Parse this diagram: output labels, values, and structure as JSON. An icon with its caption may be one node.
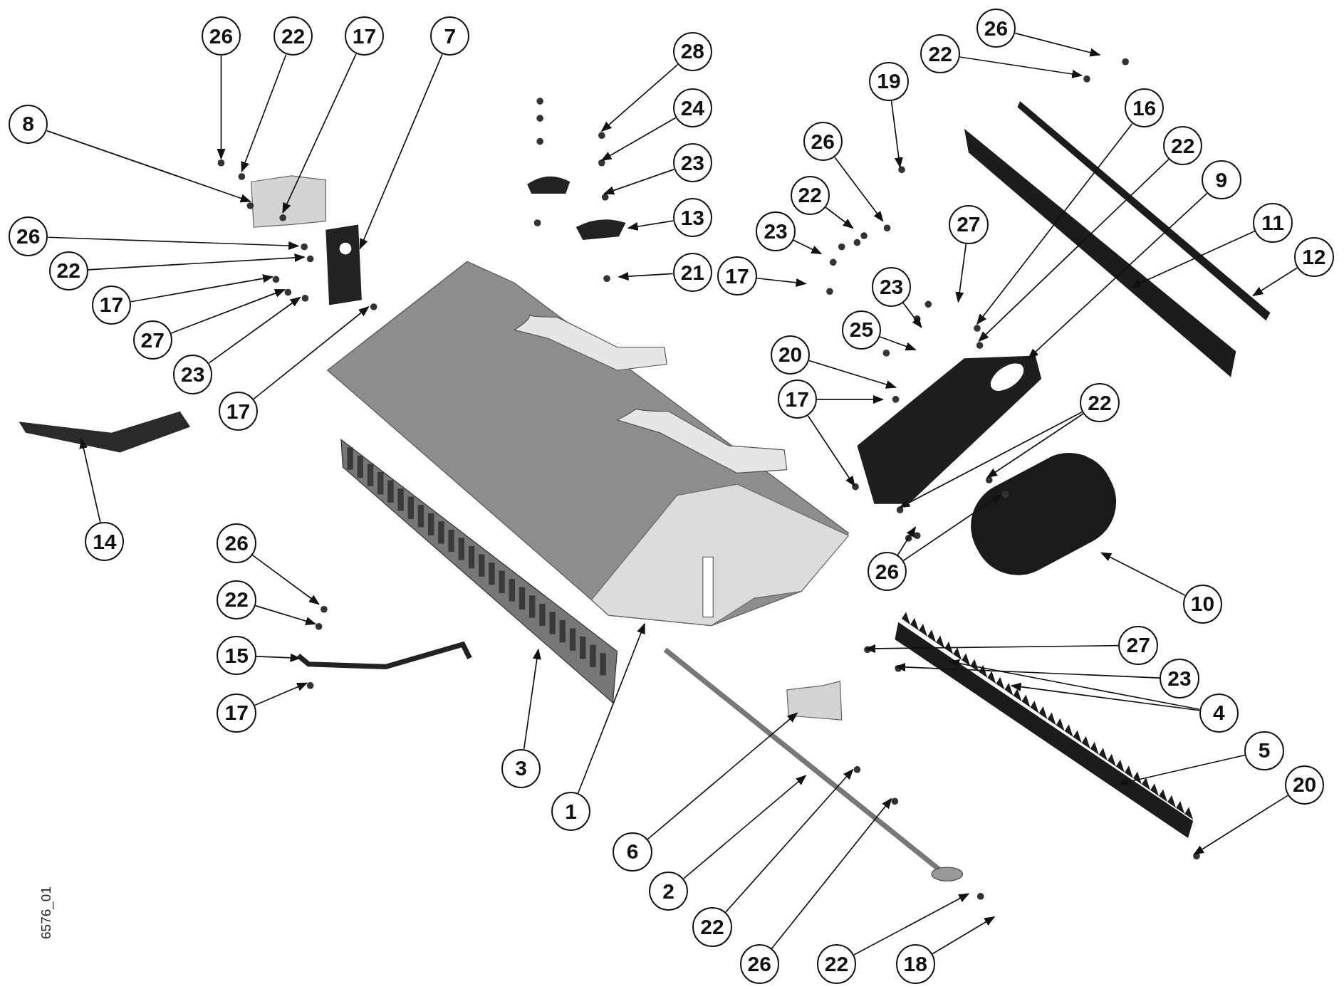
{
  "diagram": {
    "nodes": [
      {
        "text": [
          "26"
        ]
      },
      {
        "text": [
          "22"
        ]
      },
      {
        "text": [
          "17"
        ]
      },
      {
        "text": [
          "7"
        ]
      },
      {
        "text": [
          "8"
        ]
      },
      {
        "text": [
          "26"
        ]
      },
      {
        "text": [
          "22"
        ]
      },
      {
        "text": [
          "17"
        ]
      },
      {
        "text": [
          "27"
        ]
      },
      {
        "text": [
          "23"
        ]
      },
      {
        "text": [
          "17"
        ]
      },
      {
        "text": [
          "14"
        ]
      },
      {
        "text": [
          "28"
        ]
      },
      {
        "text": [
          "24"
        ]
      },
      {
        "text": [
          "23"
        ]
      },
      {
        "text": [
          "13"
        ]
      },
      {
        "text": [
          "21"
        ]
      },
      {
        "text": [
          "26"
        ]
      },
      {
        "text": [
          "22"
        ]
      },
      {
        "text": [
          "19"
        ]
      },
      {
        "text": [
          "16"
        ]
      },
      {
        "text": [
          "22"
        ]
      },
      {
        "text": [
          "9"
        ]
      },
      {
        "text": [
          "11"
        ]
      },
      {
        "text": [
          "12"
        ]
      },
      {
        "text": [
          "26"
        ]
      },
      {
        "text": [
          "22"
        ]
      },
      {
        "text": [
          "23"
        ]
      },
      {
        "text": [
          "27"
        ]
      },
      {
        "text": [
          "17"
        ]
      },
      {
        "text": [
          "23"
        ]
      },
      {
        "text": [
          "25"
        ]
      },
      {
        "text": [
          "20"
        ]
      },
      {
        "text": [
          "17"
        ]
      },
      {
        "text": [
          "22"
        ]
      },
      {
        "text": [
          "26"
        ]
      },
      {
        "text": [
          "10"
        ]
      },
      {
        "text": [
          "26"
        ]
      },
      {
        "text": [
          "22"
        ]
      },
      {
        "text": [
          "15"
        ]
      },
      {
        "text": [
          "17"
        ]
      },
      {
        "text": [
          "3"
        ]
      },
      {
        "text": [
          "1"
        ]
      },
      {
        "text": [
          "6"
        ]
      },
      {
        "text": [
          "2"
        ]
      },
      {
        "text": [
          "22"
        ]
      },
      {
        "text": [
          "26"
        ]
      },
      {
        "text": [
          "22"
        ]
      },
      {
        "text": [
          "18"
        ]
      },
      {
        "text": [
          "27"
        ]
      },
      {
        "text": [
          "23"
        ]
      },
      {
        "text": [
          "4"
        ]
      },
      {
        "text": [
          "5"
        ]
      },
      {
        "text": [
          "20"
        ]
      }
    ],
    "edges": [
      {
        "from": 0,
        "to": null,
        "arrow": "to"
      },
      {
        "from": 1,
        "to": null,
        "arrow": "to"
      },
      {
        "from": 2,
        "to": null,
        "arrow": "to"
      },
      {
        "from": 3,
        "to": null,
        "arrow": "to"
      },
      {
        "from": 4,
        "to": null,
        "arrow": "to"
      },
      {
        "from": 5,
        "to": null,
        "arrow": "to"
      },
      {
        "from": 6,
        "to": null,
        "arrow": "to"
      },
      {
        "from": 7,
        "to": null,
        "arrow": "to"
      },
      {
        "from": 8,
        "to": null,
        "arrow": "to"
      },
      {
        "from": 9,
        "to": null,
        "arrow": "to"
      },
      {
        "from": 10,
        "to": null,
        "arrow": "to"
      },
      {
        "from": 11,
        "to": null,
        "arrow": "to"
      },
      {
        "from": 12,
        "to": null,
        "arrow": "to"
      },
      {
        "from": 13,
        "to": null,
        "arrow": "to"
      },
      {
        "from": 14,
        "to": null,
        "arrow": "to"
      },
      {
        "from": 15,
        "to": null,
        "arrow": "to"
      },
      {
        "from": 16,
        "to": null,
        "arrow": "to"
      },
      {
        "from": 17,
        "to": null,
        "arrow": "to"
      },
      {
        "from": 18,
        "to": null,
        "arrow": "to"
      },
      {
        "from": 19,
        "to": null,
        "arrow": "to"
      },
      {
        "from": 20,
        "to": null,
        "arrow": "to"
      },
      {
        "from": 21,
        "to": null,
        "arrow": "to"
      },
      {
        "from": 22,
        "to": null,
        "arrow": "to"
      },
      {
        "from": 23,
        "to": null,
        "arrow": "to"
      },
      {
        "from": 24,
        "to": null,
        "arrow": "to"
      },
      {
        "from": 25,
        "to": null,
        "arrow": "to"
      },
      {
        "from": 26,
        "to": null,
        "arrow": "to"
      },
      {
        "from": 27,
        "to": null,
        "arrow": "to"
      },
      {
        "from": 28,
        "to": null,
        "arrow": "to"
      },
      {
        "from": 29,
        "to": null,
        "arrow": "to"
      },
      {
        "from": 30,
        "to": null,
        "arrow": "to"
      },
      {
        "from": 31,
        "to": null,
        "arrow": "to"
      },
      {
        "from": 32,
        "to": null,
        "arrow": "to"
      },
      {
        "from": 33,
        "to": null,
        "arrow": "to"
      },
      {
        "from": 33,
        "to": null,
        "arrow": "to"
      },
      {
        "from": 34,
        "to": null,
        "arrow": "to"
      },
      {
        "from": 34,
        "to": null,
        "arrow": "to"
      },
      {
        "from": 35,
        "to": null,
        "arrow": "to"
      },
      {
        "from": 35,
        "to": null,
        "arrow": "to"
      },
      {
        "from": 36,
        "to": null,
        "arrow": "to"
      },
      {
        "from": 37,
        "to": null,
        "arrow": "to"
      },
      {
        "from": 38,
        "to": null,
        "arrow": "to"
      },
      {
        "from": 39,
        "to": null,
        "arrow": "to"
      },
      {
        "from": 40,
        "to": null,
        "arrow": "to"
      },
      {
        "from": 41,
        "to": null,
        "arrow": "to"
      },
      {
        "from": 42,
        "to": null,
        "arrow": "to"
      },
      {
        "from": 43,
        "to": null,
        "arrow": "to"
      },
      {
        "from": 44,
        "to": null,
        "arrow": "to"
      },
      {
        "from": 45,
        "to": null,
        "arrow": "to"
      },
      {
        "from": 46,
        "to": null,
        "arrow": "to"
      },
      {
        "from": 47,
        "to": null,
        "arrow": "to"
      },
      {
        "from": 48,
        "to": null,
        "arrow": "to"
      },
      {
        "from": 49,
        "to": null,
        "arrow": "to"
      },
      {
        "from": 50,
        "to": null,
        "arrow": "to"
      },
      {
        "from": 51,
        "to": null,
        "arrow": "to"
      },
      {
        "from": 51,
        "to": null,
        "arrow": "to"
      },
      {
        "from": 52,
        "to": null,
        "arrow": "to"
      },
      {
        "from": 53,
        "to": null,
        "arrow": "to"
      }
    ],
    "labels": [
      "6576_01"
    ]
  }
}
